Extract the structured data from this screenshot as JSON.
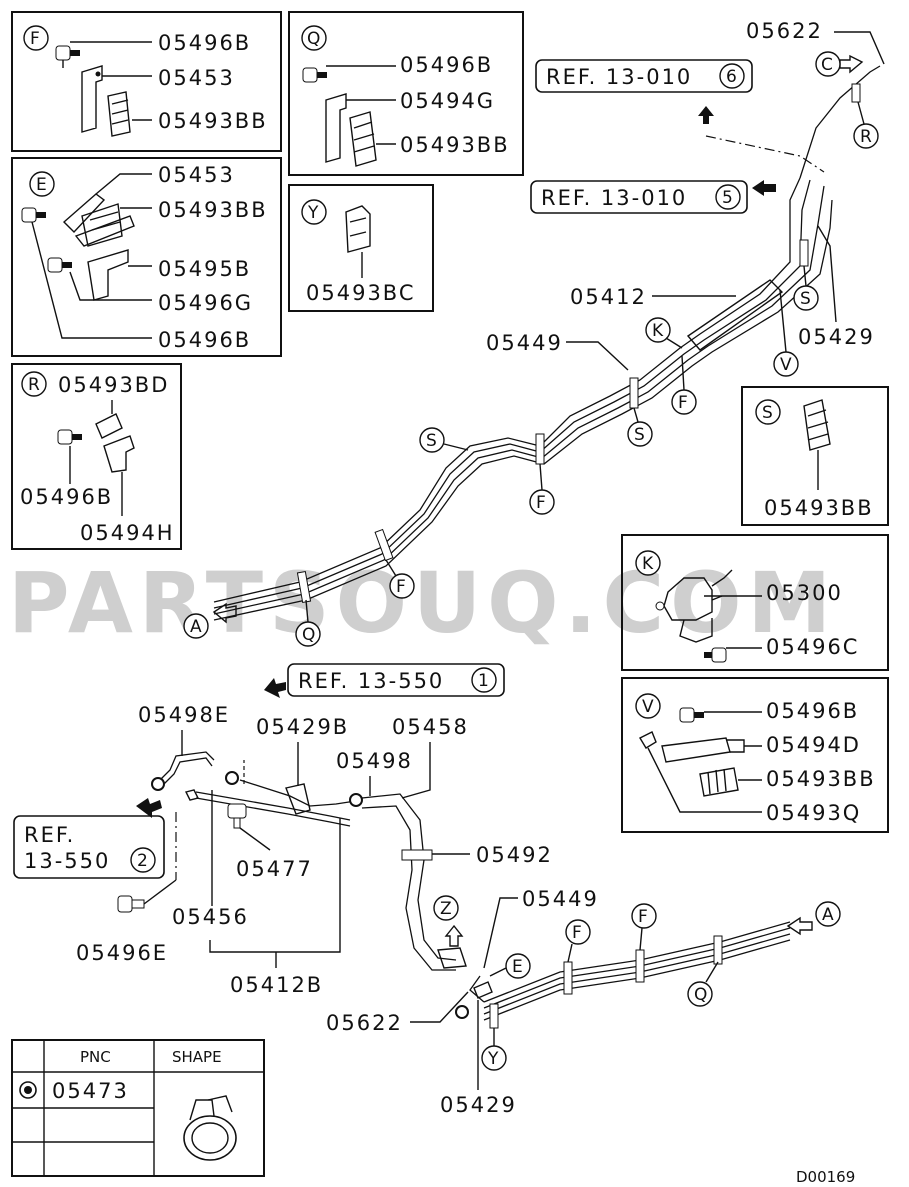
{
  "watermark": "PARTSOUQ.COM",
  "diagram_code": "D00169",
  "callouts": {
    "F": "F",
    "Q": "Q",
    "E": "E",
    "Y": "Y",
    "R": "R",
    "S": "S",
    "K": "K",
    "V": "V",
    "C": "C",
    "A": "A",
    "Z": "Z"
  },
  "inset_F": {
    "part1": "05496B",
    "part2": "05453",
    "part3": "05493BB"
  },
  "inset_Q": {
    "part1": "05496B",
    "part2": "05494G",
    "part3": "05493BB"
  },
  "inset_E": {
    "part1": "05453",
    "part2": "05493BB",
    "part3": "05495B",
    "part4": "05496G",
    "part5": "05496B"
  },
  "inset_Y": {
    "part1": "05493BC"
  },
  "inset_R": {
    "part1": "05493BD",
    "part2": "05496B",
    "part3": "05494H"
  },
  "inset_S": {
    "part1": "05493BB"
  },
  "inset_K": {
    "part1": "05300",
    "part2": "05496C"
  },
  "inset_V": {
    "part1": "05496B",
    "part2": "05494D",
    "part3": "05493BB",
    "part4": "05493Q"
  },
  "refs": {
    "ref6": {
      "text": "REF. 13-010",
      "num": "6"
    },
    "ref5": {
      "text": "REF. 13-010",
      "num": "5"
    },
    "ref1": {
      "text": "REF. 13-550",
      "num": "1"
    },
    "ref2_line1": "REF.",
    "ref2_line2": "13-550",
    "ref2_num": "2"
  },
  "main_labels": {
    "p05622_top": "05622",
    "p05412": "05412",
    "p05449_top": "05449",
    "p05429_top": "05429",
    "p05498E": "05498E",
    "p05429B": "05429B",
    "p05458": "05458",
    "p05498": "05498",
    "p05492": "05492",
    "p05477": "05477",
    "p05456": "05456",
    "p05496E": "05496E",
    "p05412B": "05412B",
    "p05449_bottom": "05449",
    "p05622_bottom": "05622",
    "p05429_bottom": "05429"
  },
  "legend": {
    "header_pnc": "PNC",
    "header_shape": "SHAPE",
    "row1_pnc": "05473"
  }
}
